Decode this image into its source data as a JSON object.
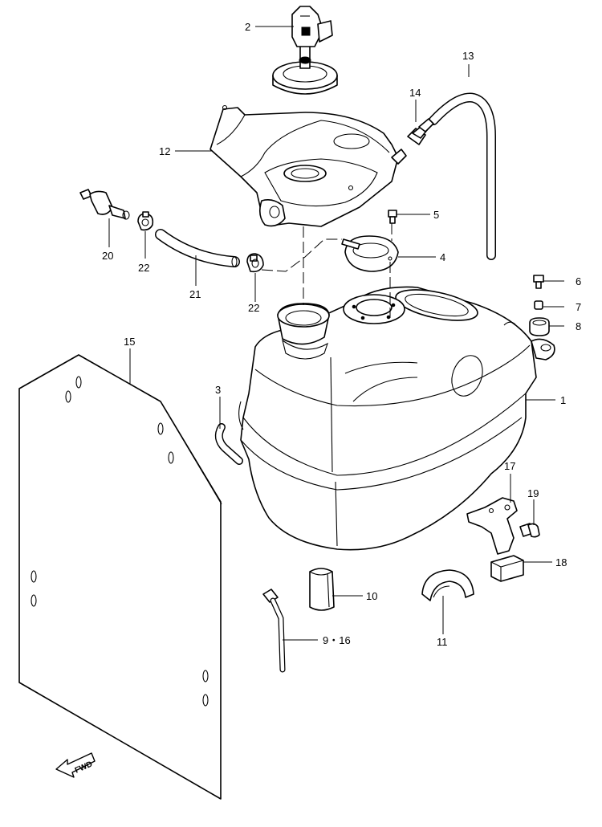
{
  "callouts": {
    "c1": "1",
    "c2": "2",
    "c3": "3",
    "c4": "4",
    "c5": "5",
    "c6": "6",
    "c7": "7",
    "c8": "8",
    "c9_16": "9・16",
    "c10": "10",
    "c11": "11",
    "c12": "12",
    "c13": "13",
    "c14": "14",
    "c15": "15",
    "c17": "17",
    "c18": "18",
    "c19": "19",
    "c20": "20",
    "c21": "21",
    "c22a": "22",
    "c22b": "22"
  },
  "direction_badge": "FWD",
  "icons": [
    "fwd-arrow-icon"
  ],
  "colors": {
    "line": "#000000",
    "background": "#ffffff"
  }
}
